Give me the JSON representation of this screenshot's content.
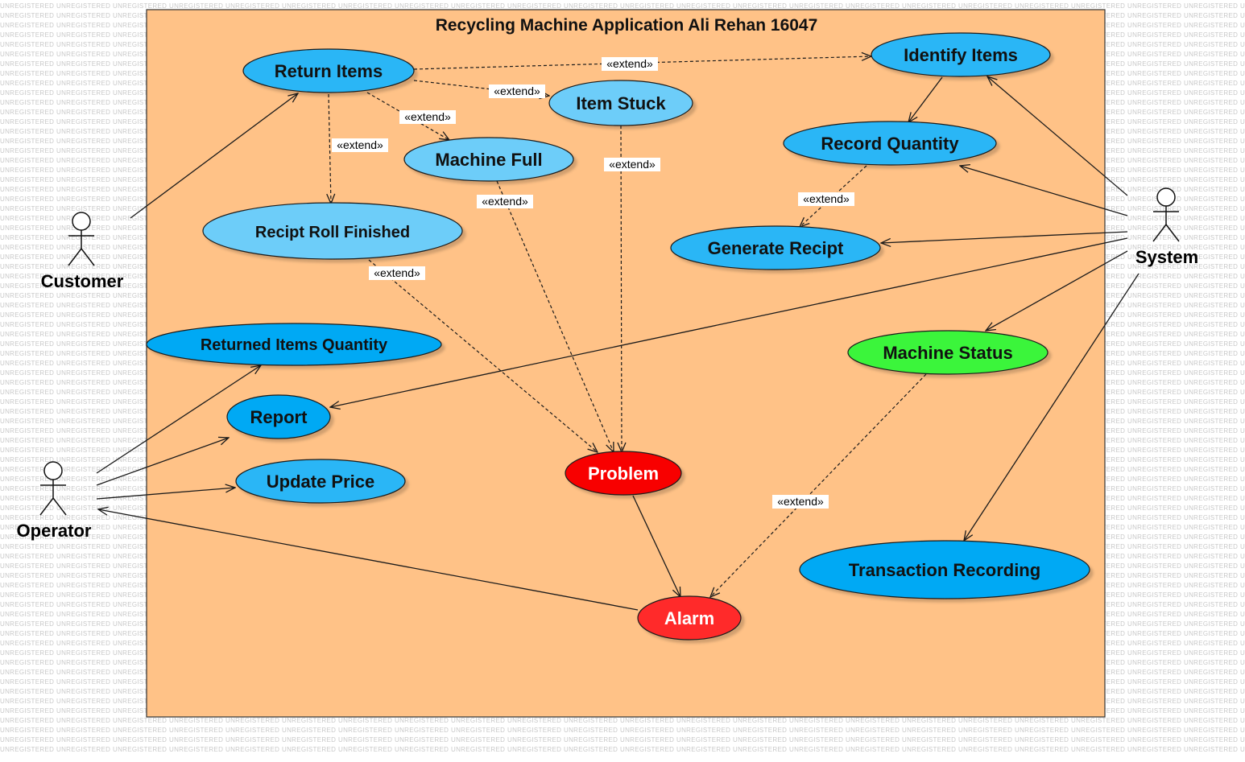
{
  "diagram": {
    "title": "Recycling Machine Application Ali Rehan 16047",
    "watermark": "UNREGISTERED",
    "colors": {
      "boundary_fill": "#ffc287",
      "blue": "#29b6f6",
      "blue_dark": "#03a9f4",
      "light_blue": "#6dcdf9",
      "green": "#3af53a",
      "red": "#f80000",
      "red_alarm": "#ff2a2a",
      "stroke": "#1a1a1a"
    },
    "actors": {
      "customer": "Customer",
      "operator": "Operator",
      "system": "System"
    },
    "use_cases": {
      "return_items": "Return Items",
      "identify_items": "Identify Items",
      "item_stuck": "Item Stuck",
      "machine_full": "Machine Full",
      "record_quantity": "Record Quantity",
      "recipt_roll_finished": "Recipt Roll Finished",
      "generate_recipt": "Generate Recipt",
      "returned_items_quantity": "Returned Items Quantity",
      "machine_status": "Machine Status",
      "report": "Report",
      "update_price": "Update Price",
      "problem": "Problem",
      "transaction_recording": "Transaction Recording",
      "alarm": "Alarm"
    },
    "extend_label": "«extend»"
  }
}
